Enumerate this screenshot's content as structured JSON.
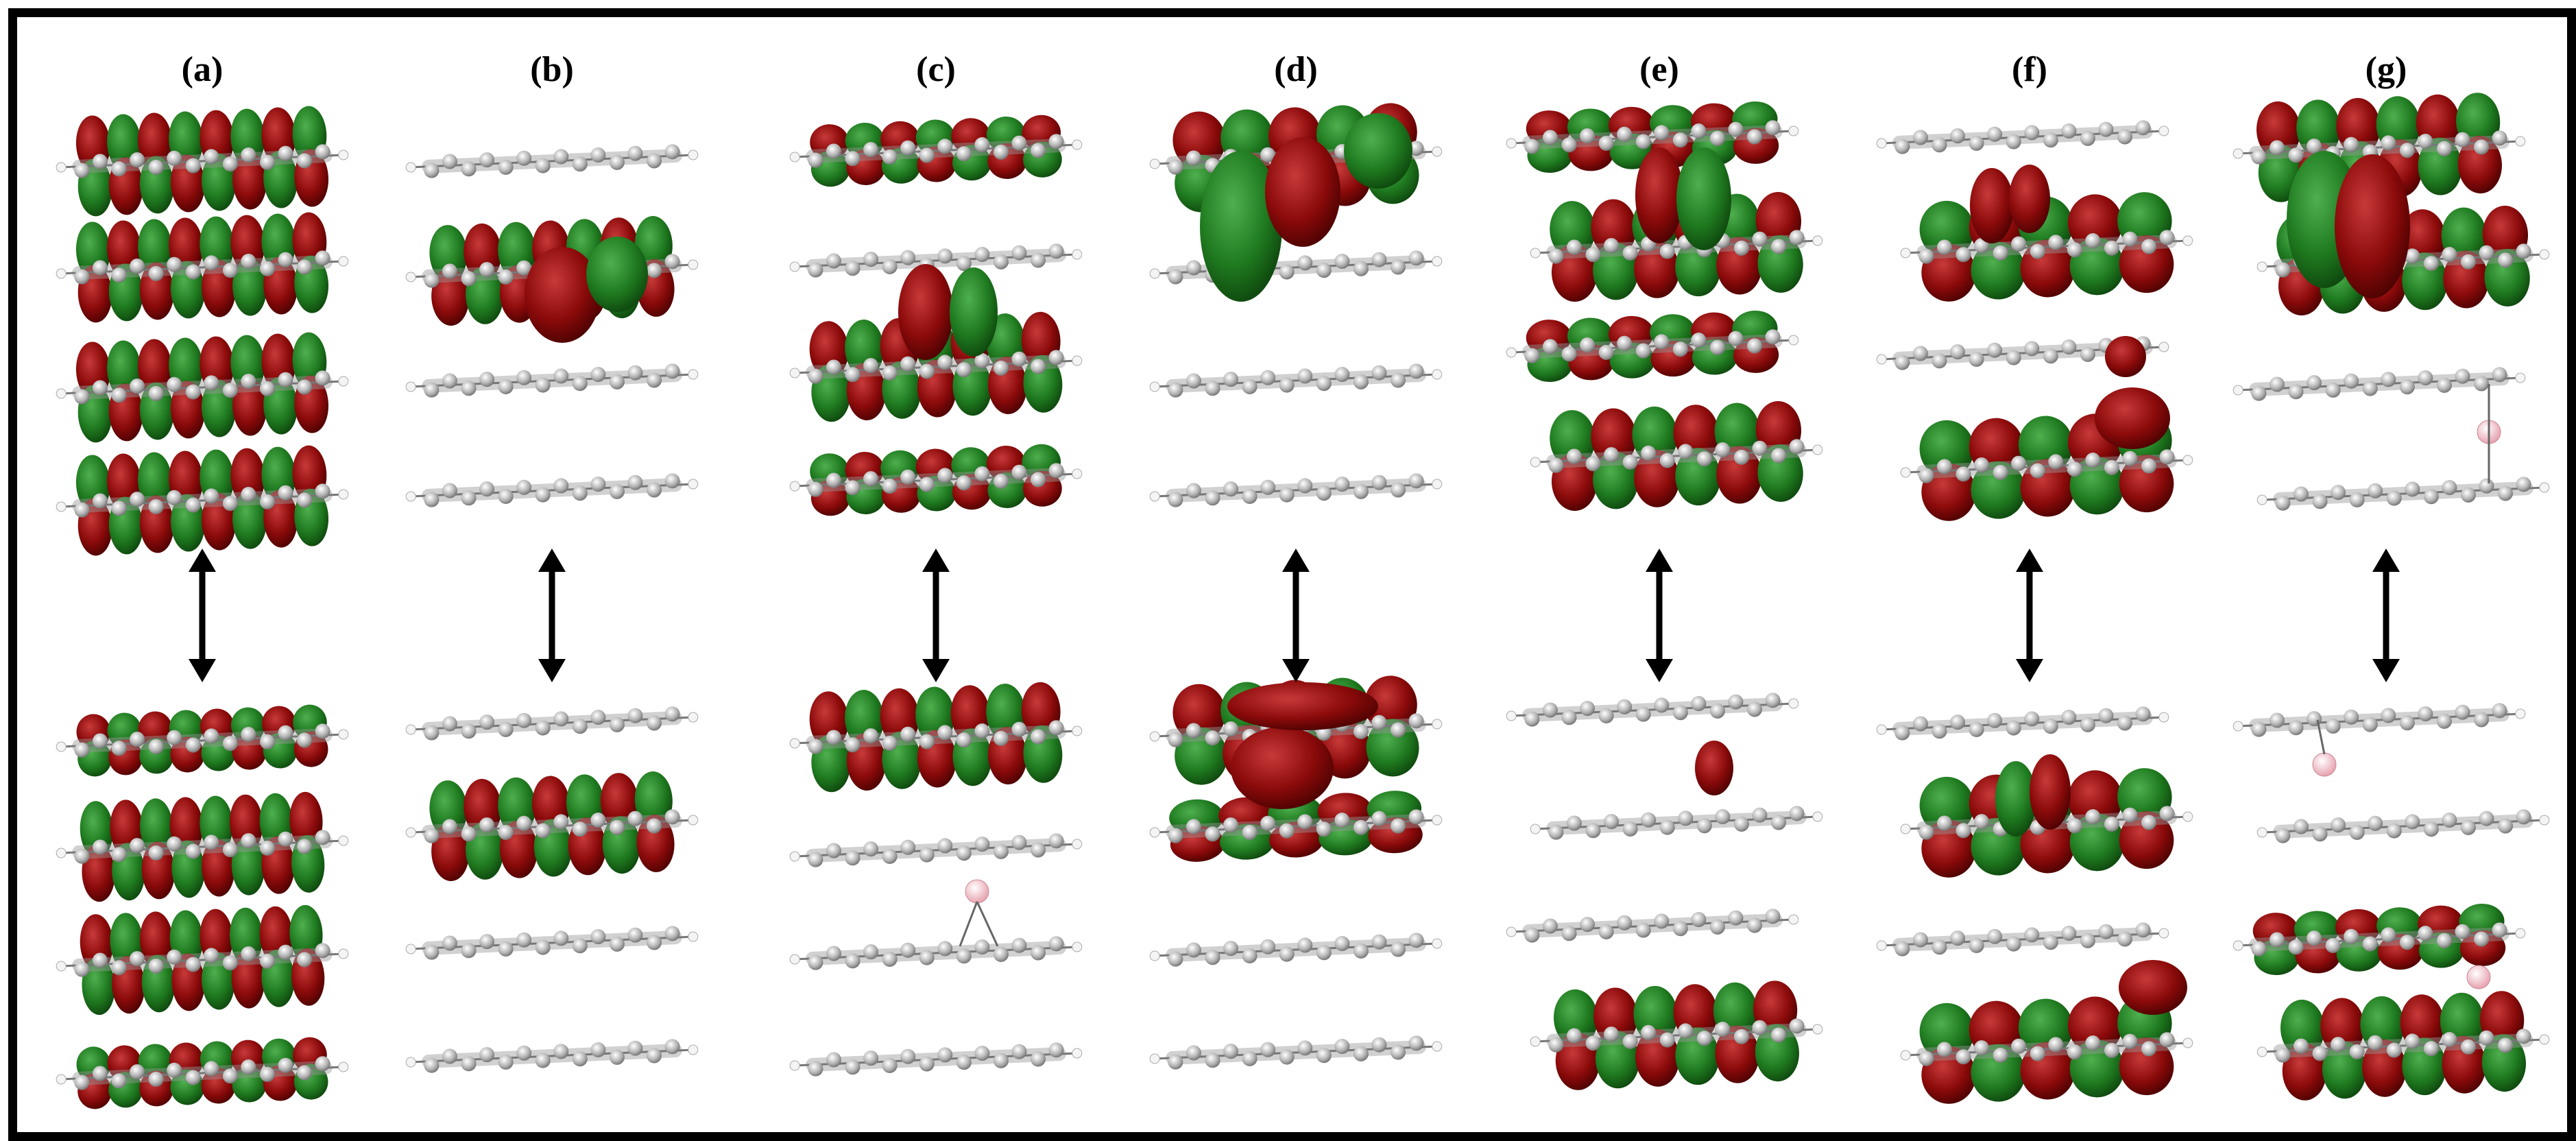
{
  "panels": [
    {
      "label": "(a)"
    },
    {
      "label": "(b)"
    },
    {
      "label": "(c)"
    },
    {
      "label": "(d)"
    },
    {
      "label": "(e)"
    },
    {
      "label": "(f)"
    },
    {
      "label": "(g)"
    }
  ],
  "colors": {
    "orbital_positive": "#8b0a0a",
    "orbital_negative": "#1f7a1f",
    "carbon_atom": "#b3b3b3",
    "hydrogen_atom": "#f2f2f2",
    "boron_atom": "#f4b6c2",
    "arrow": "#000000",
    "frame": "#000000"
  },
  "arrow_type": "double-headed vertical"
}
